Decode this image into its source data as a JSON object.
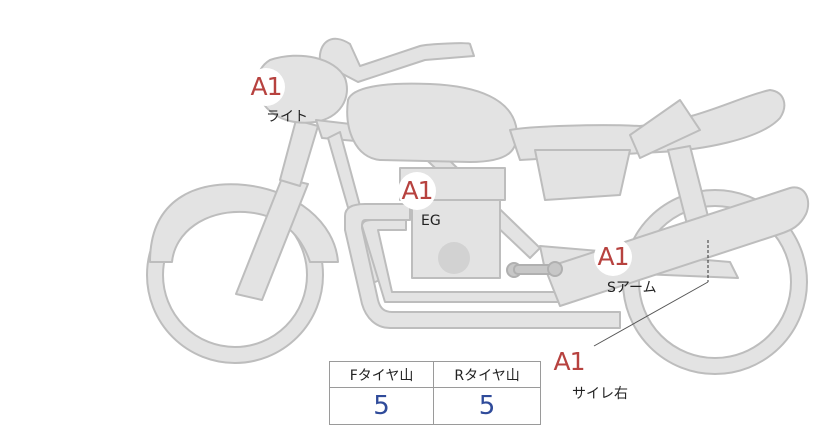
{
  "colors": {
    "grade": "#b7423f",
    "value": "#2f4b9a",
    "bike_fill": "#e3e3e3",
    "bike_stroke": "#bdbdbd"
  },
  "icons": {
    "bike": "motorcycle-side-silhouette"
  },
  "parts": [
    {
      "id": "light",
      "grade": "A1",
      "label": "ライト"
    },
    {
      "id": "engine",
      "grade": "A1",
      "label": "EG"
    },
    {
      "id": "swingarm",
      "grade": "A1",
      "label": "Sアーム"
    },
    {
      "id": "muffler-right",
      "grade": "A1",
      "label": "サイレ右"
    }
  ],
  "tires": {
    "headers": [
      "Fタイヤ山",
      "Rタイヤ山"
    ],
    "values": [
      "5",
      "5"
    ]
  }
}
